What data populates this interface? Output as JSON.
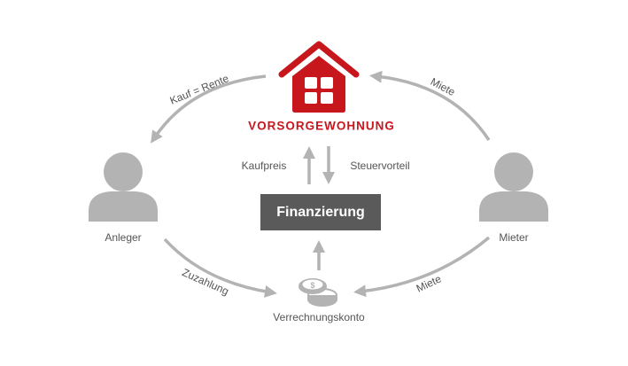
{
  "colors": {
    "accent": "#c8161d",
    "arrow": "#b3b3b3",
    "person": "#b3b3b3",
    "box": "#5a5a5a"
  },
  "house": {
    "icon": "house-icon",
    "title": "VORSORGEWOHNUNG"
  },
  "labels": {
    "kaufpreis": "Kaufpreis",
    "steuervorteil": "Steuervorteil",
    "finanzierung": "Finanzierung",
    "anleger": "Anleger",
    "mieter": "Mieter",
    "verrechnungskonto": "Verrechnungskonto",
    "kauf_rente": "Kauf = Rente",
    "miete_top": "Miete",
    "zuzahlung": "Zuzahlung",
    "miete_bottom": "Miete"
  }
}
